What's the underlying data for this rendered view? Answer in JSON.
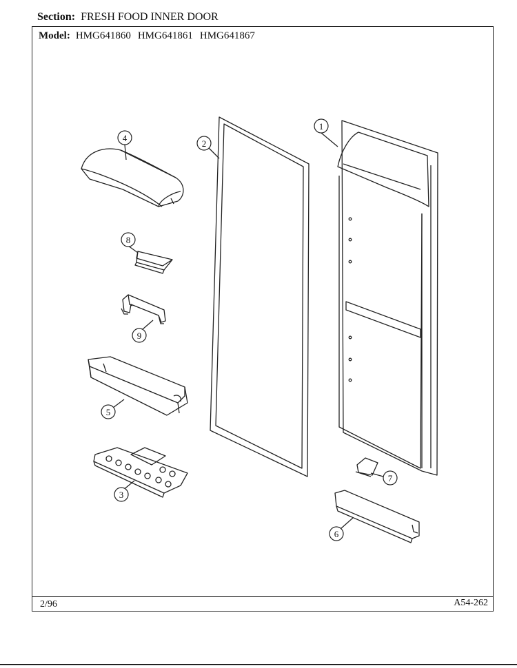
{
  "header": {
    "section_label": "Section:",
    "section_title": "FRESH FOOD INNER DOOR",
    "model_label": "Model:",
    "models": [
      "HMG641860",
      "HMG641861",
      "HMG641867"
    ]
  },
  "footer": {
    "date": "2/96",
    "figure_code": "A54-262"
  },
  "callouts": {
    "c1": "1",
    "c2": "2",
    "c3": "3",
    "c4": "4",
    "c5": "5",
    "c6": "6",
    "c7": "7",
    "c8": "8",
    "c9": "9"
  }
}
